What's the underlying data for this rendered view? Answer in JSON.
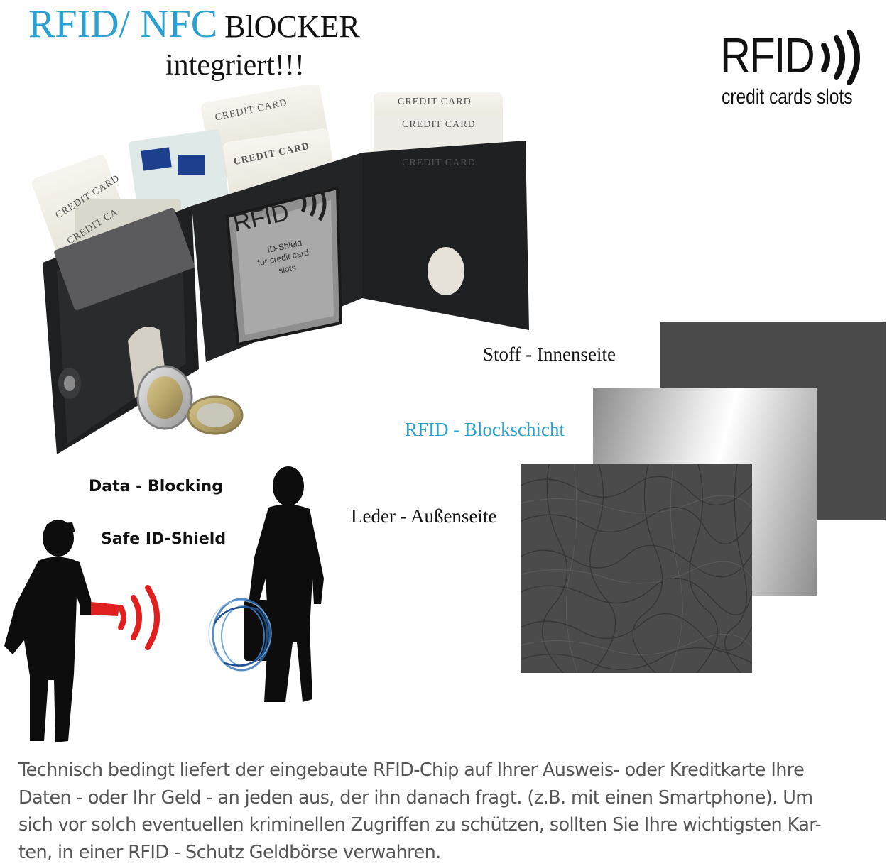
{
  "title": {
    "rfid_nfc": "RFID/ NFC",
    "blocker": "BlOCKER",
    "subtitle": "integriert!!!"
  },
  "rfid_logo": {
    "main": "RFID",
    "sub": "credit cards slots"
  },
  "wallet": {
    "card_labels": [
      "CREDIT CARD",
      "CREDIT CARD",
      "CREDIT CARD",
      "CREDIT CARD",
      "CREDIT CARD",
      "CREDIT CARD",
      "CREDIT CA"
    ],
    "window_title": "RFID",
    "window_lines": [
      "ID-Shield",
      "for credit card",
      "slots"
    ]
  },
  "layers": {
    "fabric": "Stoff - Innenseite",
    "rfid": "RFID - Blockschicht",
    "leather": "Leder - Außenseite"
  },
  "blocking": {
    "data_blocking": "Data - Blocking",
    "safe_id": "Safe ID-Shield"
  },
  "footer_lines": [
    "Technisch bedingt liefert der eingebaute RFID-Chip auf Ihrer Ausweis- oder Kreditkarte Ihre",
    "Daten - oder Ihr Geld - an jeden aus, der ihn danach fragt. (z.B. mit einen Smartphone). Um",
    "sich vor solch eventuellen kriminellen Zugriffen zu schützen, sollten Sie Ihre wichtigsten Kar-",
    "ten, in einer  RFID - Schutz Geldbörse verwahren."
  ],
  "colors": {
    "accent": "#2aa1d1",
    "signal_red": "#e0201f",
    "shield_blue": "#2e6fb5"
  }
}
